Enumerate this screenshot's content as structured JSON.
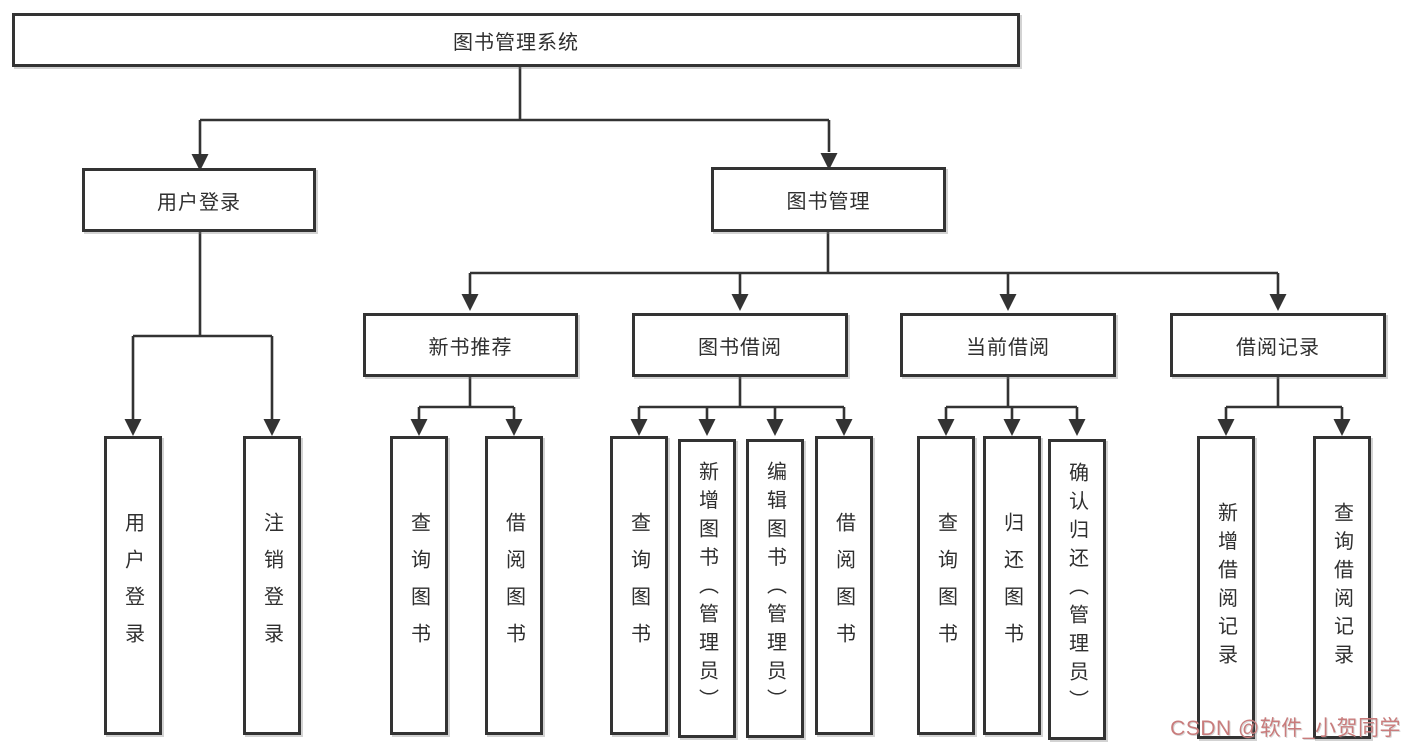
{
  "tree": {
    "label": "图书管理系统",
    "children": [
      {
        "label": "用户登录",
        "children": [
          {
            "label": "用户登录"
          },
          {
            "label": "注销登录"
          }
        ]
      },
      {
        "label": "图书管理",
        "children": [
          {
            "label": "新书推荐",
            "children": [
              {
                "label": "查询图书"
              },
              {
                "label": "借阅图书"
              }
            ]
          },
          {
            "label": "图书借阅",
            "children": [
              {
                "label": "查询图书"
              },
              {
                "label": "新增图书（管理员）"
              },
              {
                "label": "编辑图书（管理员）"
              },
              {
                "label": "借阅图书"
              }
            ]
          },
          {
            "label": "当前借阅",
            "children": [
              {
                "label": "查询图书"
              },
              {
                "label": "归还图书"
              },
              {
                "label": "确认归还（管理员）"
              }
            ]
          },
          {
            "label": "借阅记录",
            "children": [
              {
                "label": "新增借阅记录"
              },
              {
                "label": "查询借阅记录"
              }
            ]
          }
        ]
      }
    ]
  },
  "watermark": {
    "text": "CSDN @软件_小贺同学",
    "color": "#c97c7c"
  },
  "colors": {
    "line": "#333333",
    "box_border": "#333333",
    "box_fill": "#ffffff",
    "text": "#2f2f2f",
    "background": "#ffffff"
  }
}
